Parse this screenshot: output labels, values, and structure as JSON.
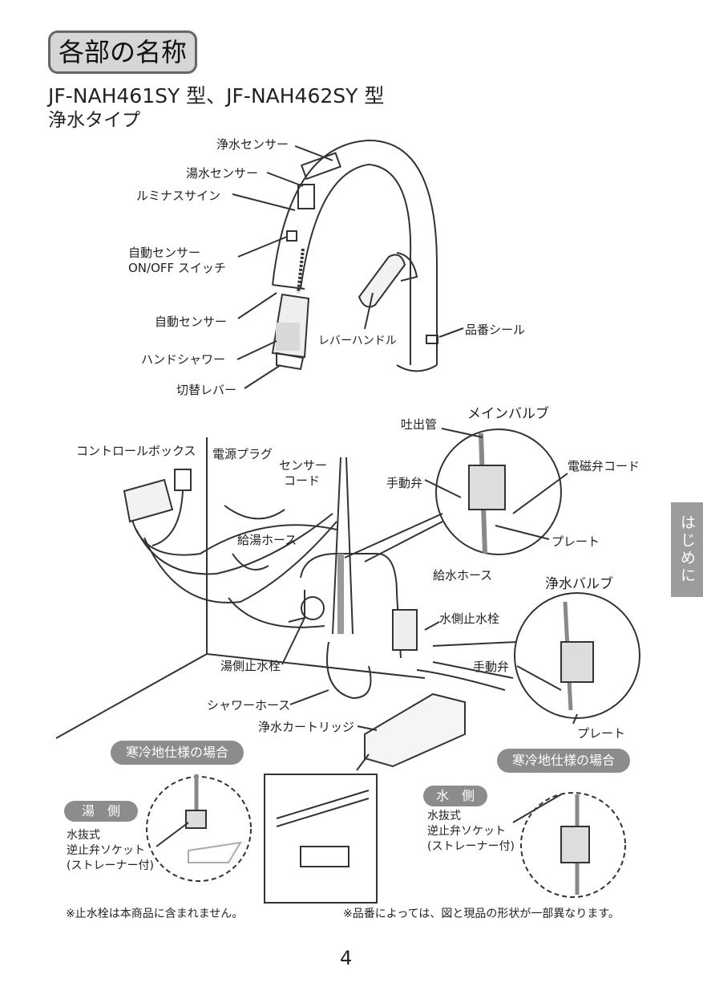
{
  "header": {
    "section_title": "各部の名称",
    "model_line": "JF-NAH461SY 型、JF-NAH462SY 型",
    "subtitle": "浄水タイプ"
  },
  "faucet_labels": {
    "purified_sensor": "浄水センサー",
    "hot_water_sensor": "湯水センサー",
    "luminous_sign": "ルミナスサイン",
    "auto_sensor_switch_line1": "自動センサー",
    "auto_sensor_switch_line2": "ON/OFF スイッチ",
    "auto_sensor": "自動センサー",
    "hand_shower": "ハンドシャワー",
    "switch_lever": "切替レバー",
    "lever_handle": "レバーハンドル",
    "product_seal": "品番シール"
  },
  "under_sink_labels": {
    "main_valve": "メインバルブ",
    "spout_pipe": "吐出管",
    "control_box": "コントロールボックス",
    "power_plug": "電源プラグ",
    "sensor_cord_line1": "センサー",
    "sensor_cord_line2": "コード",
    "manual_valve_main": "手動弁",
    "solenoid_cord": "電磁弁コード",
    "plate_main": "プレート",
    "hot_supply_hose": "給湯ホース",
    "cold_supply_hose": "給水ホース",
    "purifier_valve": "浄水バルブ",
    "cold_stop_valve": "水側止水栓",
    "manual_valve_purifier": "手動弁",
    "hot_stop_valve": "湯側止水栓",
    "shower_hose": "シャワーホース",
    "plate_purifier": "プレート",
    "filter_cartridge": "浄水カートリッジ"
  },
  "cold_region": {
    "pill_left": "寒冷地仕様の場合",
    "pill_right": "寒冷地仕様の場合",
    "hot_side": "湯　側",
    "cold_side": "水　側",
    "hot_socket_line1": "水抜式",
    "hot_socket_line2": "逆止弁ソケット",
    "hot_socket_line3": "(ストレーナー付)",
    "cold_socket_line1": "水抜式",
    "cold_socket_line2": "逆止弁ソケット",
    "cold_socket_line3": "(ストレーナー付)"
  },
  "side_tab": "はじめに",
  "notes": {
    "left": "※止水栓は本商品に含まれません。",
    "right": "※品番によっては、図と現品の形状が一部異なります。"
  },
  "page_number": "4"
}
